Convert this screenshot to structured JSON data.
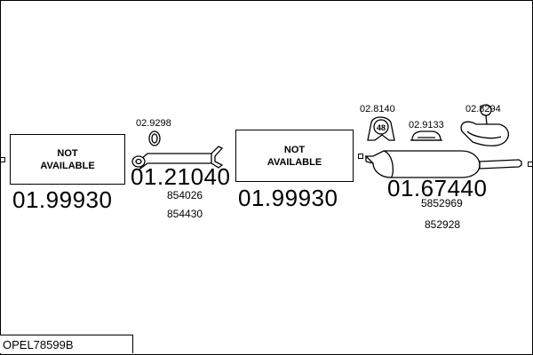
{
  "parts": {
    "not_available_1": {
      "line1": "NOT",
      "line2": "AVAILABLE",
      "code": "01.99930"
    },
    "front_pipe": {
      "code": "01.21040",
      "oem": [
        "854026",
        "854430"
      ]
    },
    "front_gasket": {
      "code": "02.9298"
    },
    "not_available_2": {
      "line1": "NOT",
      "line2": "AVAILABLE",
      "code": "01.99930"
    },
    "rear_silencer": {
      "code": "01.67440",
      "oem": [
        "5852969",
        "852928"
      ]
    },
    "rubber_hanger": {
      "code": "02.8140",
      "label": "48"
    },
    "mounting_clamp": {
      "code": "02.9133"
    },
    "support_strap": {
      "code": "02.8294"
    }
  },
  "footer": {
    "model_code": "OPEL78599B"
  }
}
